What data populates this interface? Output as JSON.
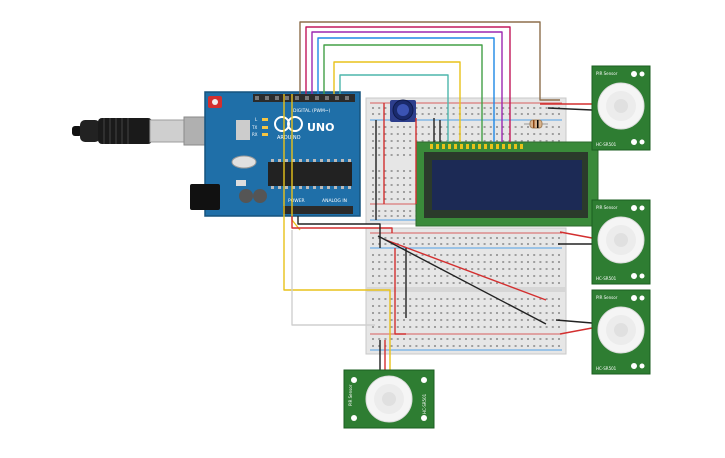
{
  "arduino": {
    "board_name": "UNO",
    "brand": "ARDUINO",
    "header_digital": "DIGITAL (PWM~)",
    "header_power": "POWER",
    "header_analog": "ANALOG IN",
    "led_l": "L",
    "led_tx": "TX",
    "led_rx": "RX"
  },
  "pir": {
    "label_top": "PIR Sensor",
    "label_bottom": "HC-SR501"
  },
  "colors": {
    "board": "#1f6fa8",
    "breadboard": "#e6e6e6",
    "lcd_bezel": "#3a8a3a",
    "lcd_screen": "#1c2a55",
    "pir_board": "#2e7d32",
    "wire_red": "#d32f2f",
    "wire_black": "#222222",
    "wire_yellow": "#e8c21a",
    "wire_green": "#43a047",
    "wire_blue": "#1e88e5",
    "wire_purple": "#9c27b0",
    "wire_magenta": "#c2185b",
    "wire_brown": "#8d6e4c",
    "wire_teal": "#4db6ac",
    "wire_gray": "#cfcfcf"
  }
}
